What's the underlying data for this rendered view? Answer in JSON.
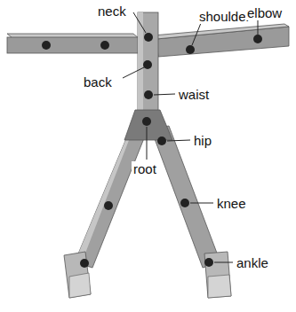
{
  "diagram": {
    "labels": [
      "neck",
      "shoulder",
      "elbow",
      "back",
      "waist",
      "hip",
      "root",
      "knee",
      "ankle"
    ]
  }
}
